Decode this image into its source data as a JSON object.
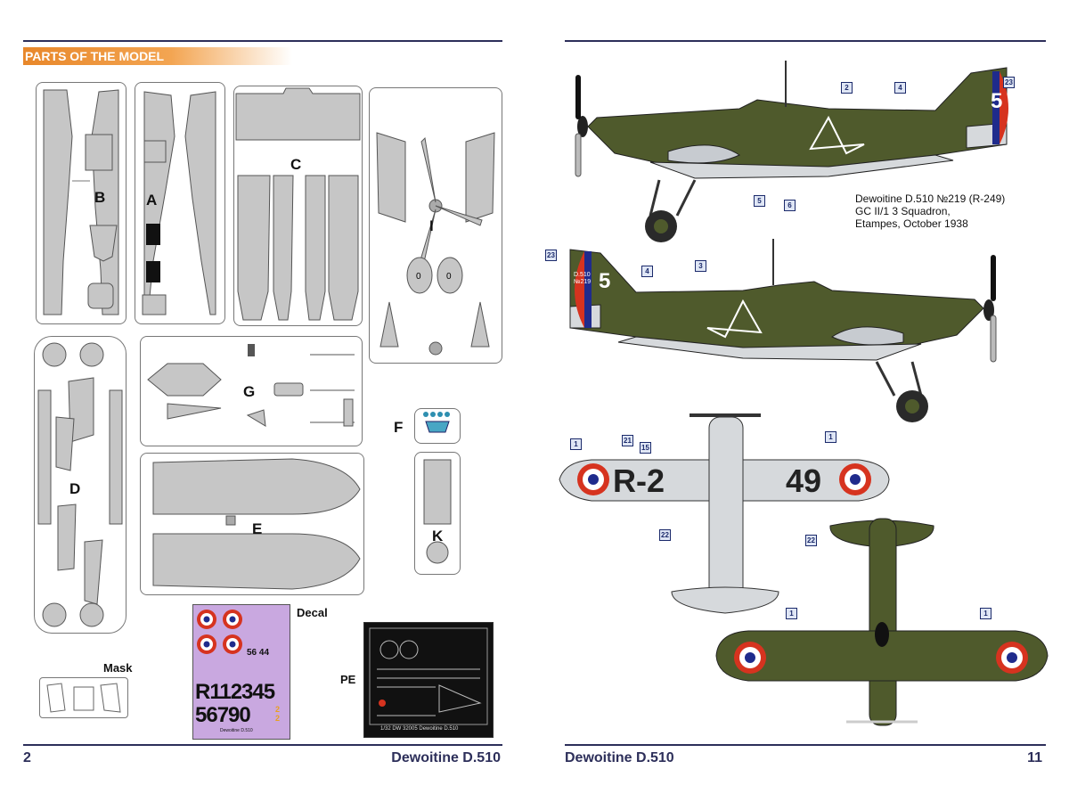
{
  "left_page": {
    "section_title": "PARTS OF THE MODEL",
    "page_number": "2",
    "footer_title": "Dewoitine D.510",
    "sprue_letters": [
      "B",
      "A",
      "C",
      "I",
      "D",
      "G",
      "F",
      "E",
      "K"
    ],
    "labels": {
      "decal": "Decal",
      "mask": "Mask",
      "pe": "PE"
    },
    "decal_sheet": {
      "line1": "R112345",
      "line2": "56790",
      "small_numbers": "56 44",
      "side_digits": "2 2",
      "name": "Dewoitine D.510"
    },
    "pe_sheet": {
      "text": "1/32 DW 32005    Dewoitine D.510"
    }
  },
  "right_page": {
    "page_number": "11",
    "footer_title": "Dewoitine D.510",
    "caption_lines": [
      "Dewoitine D.510 №219 (R-249)",
      "GC II/1 3 Squadron,",
      "Etampes, October 1938"
    ],
    "tail_number": "5",
    "tail_text": "D.510 №219",
    "wing_codes": {
      "left": "R-2",
      "right": "49"
    },
    "callouts_top": [
      "2",
      "4",
      "23",
      "5",
      "6"
    ],
    "callouts_side2": [
      "23",
      "4",
      "3"
    ],
    "callouts_under": [
      "1",
      "21",
      "15",
      "1",
      "22",
      "22"
    ],
    "callouts_top_view": [
      "1",
      "1"
    ],
    "colors": {
      "olive": "#4f5a2c",
      "olive_dark": "#3b4420",
      "light_grey": "#d6d9dc",
      "roundel_blue": "#1f2b8c",
      "roundel_red": "#d6331f",
      "accent": "#e8872a",
      "navy": "#2d2f5a"
    }
  }
}
